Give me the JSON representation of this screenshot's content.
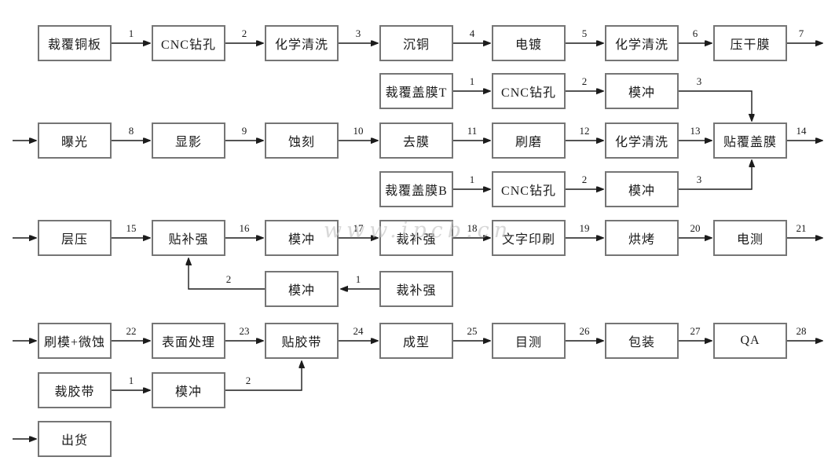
{
  "watermark": {
    "text": "www.ipcb.cn"
  },
  "colors": {
    "box_border": "#757575",
    "line": "#1c1c1c",
    "text": "#1a1a1a"
  },
  "nodes": [
    {
      "id": "cut-copper-clad",
      "label": "裁覆铜板"
    },
    {
      "id": "cnc-drill-1",
      "label": "CNC钻孔"
    },
    {
      "id": "chem-clean-1",
      "label": "化学清洗"
    },
    {
      "id": "copper-deposit",
      "label": "沉铜"
    },
    {
      "id": "electroplate",
      "label": "电镀"
    },
    {
      "id": "chem-clean-2",
      "label": "化学清洗"
    },
    {
      "id": "dry-film-press",
      "label": "压干膜"
    },
    {
      "id": "cut-coverlay-t",
      "label": "裁覆盖膜T"
    },
    {
      "id": "cnc-drill-2",
      "label": "CNC钻孔"
    },
    {
      "id": "punch-1",
      "label": "模冲"
    },
    {
      "id": "expose",
      "label": "曝光"
    },
    {
      "id": "develop",
      "label": "显影"
    },
    {
      "id": "etch",
      "label": "蚀刻"
    },
    {
      "id": "strip-film",
      "label": "去膜"
    },
    {
      "id": "brush-grind",
      "label": "刷磨"
    },
    {
      "id": "chem-clean-3",
      "label": "化学清洗"
    },
    {
      "id": "laminate-coverlay",
      "label": "贴覆盖膜"
    },
    {
      "id": "cut-coverlay-b",
      "label": "裁覆盖膜B"
    },
    {
      "id": "cnc-drill-3",
      "label": "CNC钻孔"
    },
    {
      "id": "punch-2",
      "label": "模冲"
    },
    {
      "id": "press-laminate",
      "label": "层压"
    },
    {
      "id": "attach-stiffener",
      "label": "贴补强"
    },
    {
      "id": "punch-3",
      "label": "模冲"
    },
    {
      "id": "cut-stiffener-1",
      "label": "裁补强"
    },
    {
      "id": "legend-print",
      "label": "文字印刷"
    },
    {
      "id": "bake",
      "label": "烘烤"
    },
    {
      "id": "e-test",
      "label": "电测"
    },
    {
      "id": "punch-4",
      "label": "模冲"
    },
    {
      "id": "cut-stiffener-2",
      "label": "裁补强"
    },
    {
      "id": "brush-microetch",
      "label": "刷模+微蚀"
    },
    {
      "id": "surface-finish",
      "label": "表面处理"
    },
    {
      "id": "apply-tape",
      "label": "贴胶带"
    },
    {
      "id": "forming",
      "label": "成型"
    },
    {
      "id": "visual-inspect",
      "label": "目测"
    },
    {
      "id": "packing",
      "label": "包装"
    },
    {
      "id": "qa",
      "label": "QA"
    },
    {
      "id": "cut-tape",
      "label": "裁胶带"
    },
    {
      "id": "punch-5",
      "label": "模冲"
    },
    {
      "id": "ship",
      "label": "出货"
    }
  ],
  "edge_labels": [
    "1",
    "2",
    "3",
    "4",
    "5",
    "6",
    "7",
    "1",
    "2",
    "3",
    "8",
    "9",
    "10",
    "11",
    "12",
    "13",
    "14",
    "1",
    "2",
    "3",
    "15",
    "16",
    "17",
    "18",
    "19",
    "20",
    "21",
    "1",
    "2",
    "22",
    "23",
    "24",
    "25",
    "26",
    "27",
    "28",
    "1",
    "2"
  ]
}
